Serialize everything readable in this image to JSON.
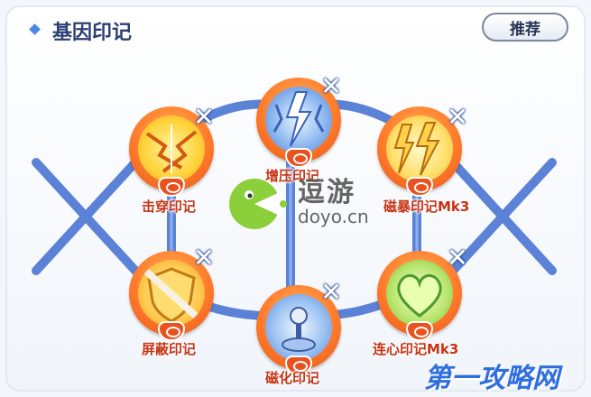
{
  "header": {
    "title": "基因印记",
    "recommend_label": "推荐"
  },
  "nodes": [
    {
      "id": "penetrate",
      "label": "击穿印记",
      "close": "✕",
      "icon": "lightning-crack-icon"
    },
    {
      "id": "pressure",
      "label": "增压印记",
      "close": "✕",
      "icon": "lightning-bolt-icon"
    },
    {
      "id": "crit",
      "label": "磁暴印记Mk3",
      "close": "✕",
      "icon": "golden-bolts-icon"
    },
    {
      "id": "shield",
      "label": "屏蔽印记",
      "close": "✕",
      "icon": "shield-icon"
    },
    {
      "id": "magnet",
      "label": "磁化印记",
      "close": "✕",
      "icon": "joystick-icon"
    },
    {
      "id": "heart",
      "label": "连心印记Mk3",
      "close": "✕",
      "icon": "heart-icon"
    }
  ],
  "watermark": {
    "title": "逗游",
    "site": "doyo.cn",
    "corner": "第一攻略网"
  },
  "colors": {
    "accent": "#4e86e6",
    "node": "#ff7a2a",
    "label": "#c53415",
    "link": "#5b82d6"
  }
}
